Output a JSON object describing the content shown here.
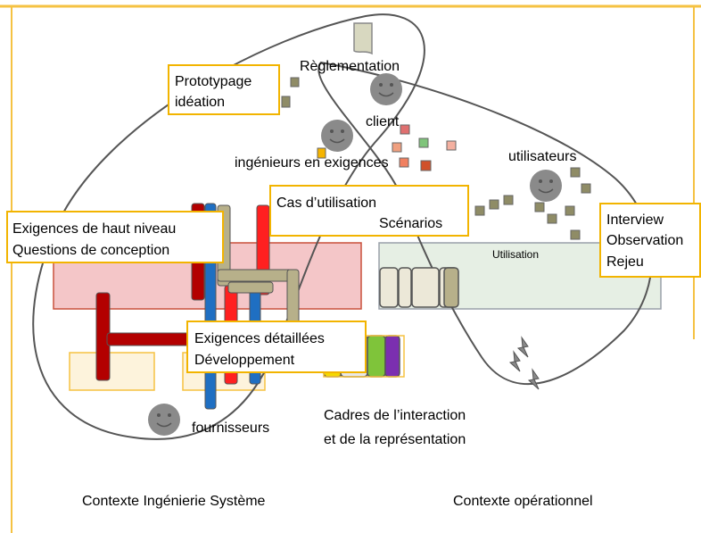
{
  "labels": {
    "reglementation": "Règlementation",
    "client": "client",
    "ingenieurs": "ingénieurs en exigences",
    "utilisateurs": "utilisateurs",
    "fournisseurs": "fournisseurs",
    "utilisation": "Utilisation",
    "cadres_line1": "Cadres de l’interaction",
    "cadres_line2": "et de la représentation",
    "contexte_systeme": "Contexte Ingénierie Système",
    "contexte_operationnel": "Contexte opérationnel"
  },
  "boxes": {
    "prototypage": {
      "line1": "Prototypage",
      "line2": "idéation"
    },
    "cas_utilisation": {
      "line1": "Cas d’utilisation",
      "line2": "Scénarios"
    },
    "exigences_haut": {
      "line1": "Exigences de haut niveau",
      "line2": "Questions de conception"
    },
    "exigences_detaillees": {
      "line1": "Exigences détaillées",
      "line2": "Développement"
    },
    "interview": {
      "line1": "Interview",
      "line2": "Observation",
      "line3": "Rejeu"
    }
  },
  "colors": {
    "frame_orange": "#f5c242",
    "box_border": "#f2b400",
    "pink_area": "#f4c6c8",
    "pink_border": "#c9503c",
    "green_area": "#e6efe4",
    "green_border": "#9aa0aa",
    "dark_red": "#b30000",
    "red": "#ff2020",
    "blue": "#1f6fc2",
    "khaki": "#b7b08a",
    "olive": "#8f8c66",
    "face_grey": "#8a8a8a"
  }
}
